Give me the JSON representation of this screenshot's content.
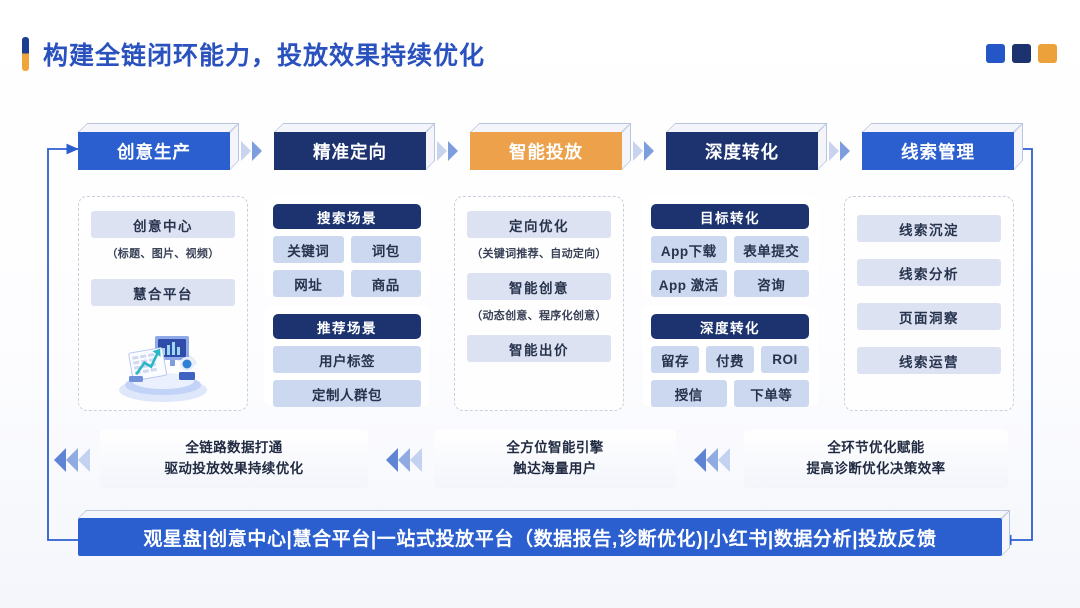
{
  "header": {
    "title": "构建全链闭环能力，投放效果持续优化",
    "accent_blue": "#2a52be",
    "accent_orange": "#f0a43c",
    "deco_colors": [
      "#2456c8",
      "#1d3370",
      "#eda13b"
    ]
  },
  "steps": [
    {
      "label": "创意生产",
      "style": "blue"
    },
    {
      "label": "精准定向",
      "style": "navy"
    },
    {
      "label": "智能投放",
      "style": "orange"
    },
    {
      "label": "深度转化",
      "style": "navy"
    },
    {
      "label": "线索管理",
      "style": "blue"
    }
  ],
  "columns": {
    "creative": {
      "items": [
        {
          "type": "bar",
          "label": "创意中心"
        },
        {
          "type": "sub",
          "label": "（标题、图片、视频）"
        },
        {
          "type": "bar",
          "label": "慧合平台"
        }
      ],
      "illustration": "analytics-dashboard-illustration"
    },
    "targeting": {
      "groups": [
        {
          "header": "搜索场景",
          "rows": [
            [
              "关键词",
              "词包"
            ],
            [
              "网址",
              "商品"
            ]
          ]
        },
        {
          "header": "推荐场景",
          "rows": [
            [
              "用户标签"
            ],
            [
              "定制人群包"
            ]
          ]
        }
      ]
    },
    "delivery": {
      "items": [
        {
          "type": "bar",
          "label": "定向优化"
        },
        {
          "type": "sub",
          "label": "（关键词推荐、自动定向）"
        },
        {
          "type": "bar",
          "label": "智能创意"
        },
        {
          "type": "sub",
          "label": "（动态创意、程序化创意）"
        },
        {
          "type": "bar",
          "label": "智能出价"
        }
      ]
    },
    "conversion": {
      "groups": [
        {
          "header": "目标转化",
          "rows": [
            [
              "App下载",
              "表单提交"
            ],
            [
              "App 激活",
              "咨询"
            ]
          ]
        },
        {
          "header": "深度转化",
          "rows": [
            [
              "留存",
              "付费",
              "ROI"
            ],
            [
              "授信",
              "下单等"
            ]
          ]
        }
      ]
    },
    "leads": {
      "items": [
        {
          "type": "bar",
          "label": "线索沉淀"
        },
        {
          "type": "bar",
          "label": "线索分析"
        },
        {
          "type": "bar",
          "label": "页面洞察"
        },
        {
          "type": "bar",
          "label": "线索运营"
        }
      ]
    }
  },
  "summary": [
    {
      "line1": "全链路数据打通",
      "line2": "驱动投放效果持续优化"
    },
    {
      "line1": "全方位智能引擎",
      "line2": "触达海量用户"
    },
    {
      "line1": "全环节优化赋能",
      "line2": "提高诊断优化决策效率"
    }
  ],
  "banner": {
    "text": "观星盘|创意中心|慧合平台|一站式投放平台（数据报告,诊断优化)|小红书|数据分析|投放反馈",
    "color": "#2b5fd0"
  }
}
